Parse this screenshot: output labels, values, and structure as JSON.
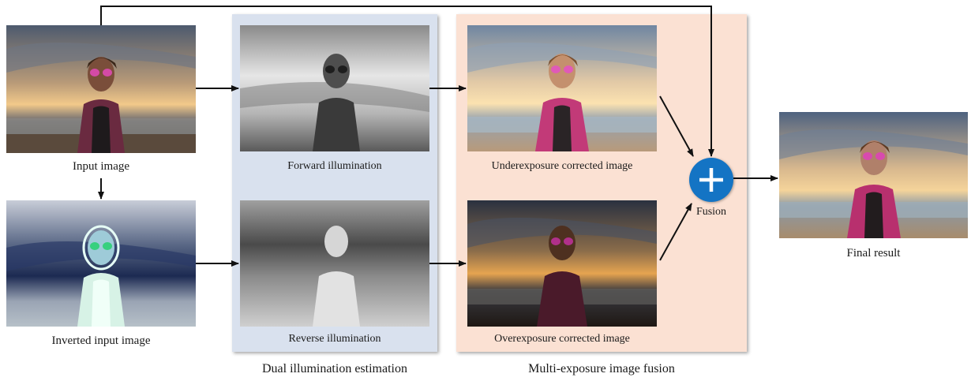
{
  "images": {
    "input": "Input image",
    "inverted": "Inverted input image",
    "forward": "Forward illumination",
    "reverse": "Reverse illumination",
    "under": "Underexposure corrected image",
    "over": "Overexposure corrected image",
    "final": "Final result"
  },
  "groups": {
    "dual": "Dual illumination estimation",
    "fusion": "Multi-exposure image fusion"
  },
  "fusion_node": {
    "label": "Fusion"
  },
  "colors": {
    "dual_panel": "#d9e1ee",
    "fusion_panel": "#fbe1d3",
    "fusion_node": "#1474c4",
    "arrow": "#111111"
  }
}
